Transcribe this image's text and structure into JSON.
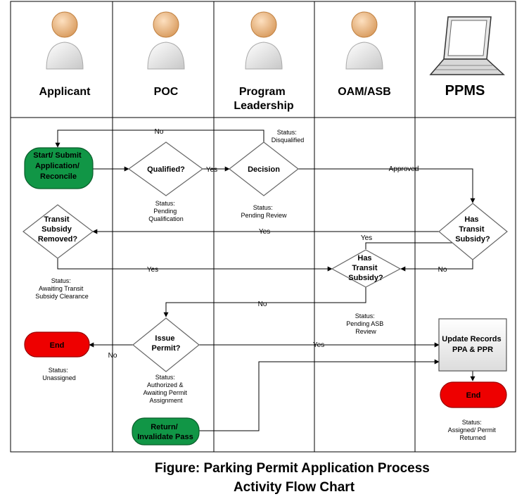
{
  "lanes": [
    {
      "title": "Applicant",
      "icon": "person-icon"
    },
    {
      "title": "POC",
      "icon": "person-icon"
    },
    {
      "title_lines": [
        "Program",
        "Leadership"
      ],
      "icon": "person-icon"
    },
    {
      "title": "OAM/ASB",
      "icon": "person-icon"
    },
    {
      "title": "PPMS",
      "icon": "laptop-icon"
    }
  ],
  "nodes": {
    "start": {
      "lines": [
        "Start/ Submit",
        "Application/",
        "Reconcile"
      ]
    },
    "qualified": {
      "lines": [
        "Qualified?"
      ]
    },
    "decision": {
      "lines": [
        "Decision"
      ]
    },
    "subsidy_removed": {
      "lines": [
        "Transit",
        "Subsidy",
        "Removed?"
      ]
    },
    "has_subsidy_ppms": {
      "lines": [
        "Has",
        "Transit",
        "Subsidy?"
      ]
    },
    "has_subsidy_asb": {
      "lines": [
        "Has",
        "Transit",
        "Subsidy?"
      ]
    },
    "end_applicant": {
      "lines": [
        "End"
      ]
    },
    "issue_permit": {
      "lines": [
        "Issue",
        "Permit?"
      ]
    },
    "update_records": {
      "lines": [
        "Update Records",
        "PPA & PPR"
      ]
    },
    "end_ppms": {
      "lines": [
        "End"
      ]
    },
    "return_pass": {
      "lines": [
        "Return/",
        "Invalidate Pass"
      ]
    }
  },
  "statuses": {
    "disqualified": [
      "Status:",
      "Disqualified"
    ],
    "pending_qualification": [
      "Status:",
      "Pending",
      "Qualification"
    ],
    "pending_review": [
      "Status:",
      "Pending Review"
    ],
    "awaiting_clearance": [
      "Status:",
      "Awaiting Transit",
      "Subsidy Clearance"
    ],
    "pending_asb": [
      "Status:",
      "Pending ASB",
      "Review"
    ],
    "unassigned": [
      "Status:",
      "Unassigned"
    ],
    "authorized": [
      "Status:",
      "Authorized &",
      "Awaiting Permit",
      "Assignment"
    ],
    "assigned": [
      "Status:",
      "Assigned/ Permit",
      "Returned"
    ]
  },
  "edges": {
    "no_top": "No",
    "yes_qualified": "Yes",
    "approved": "Approved",
    "yes_subsidy": "Yes",
    "yes_up": "Yes",
    "no_ppms": "No",
    "yes_removed": "Yes",
    "no_asb": "No",
    "yes_issue": "Yes",
    "no_issue": "No"
  },
  "caption": [
    "Figure: Parking Permit Application Process",
    "Activity Flow Chart"
  ],
  "colors": {
    "green": "#119646",
    "red": "#ee0000",
    "diamond": "#ffffff",
    "line": "#000000"
  }
}
